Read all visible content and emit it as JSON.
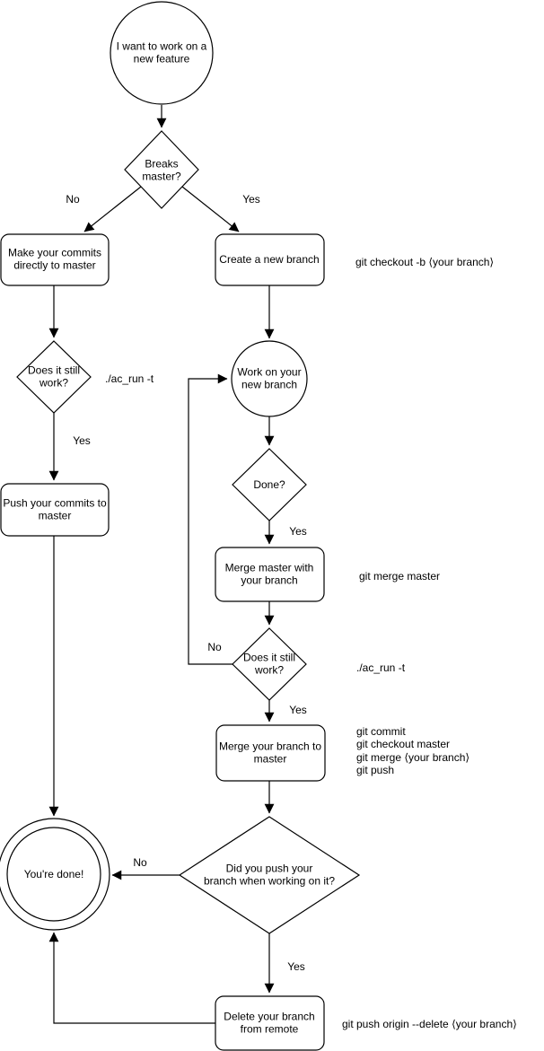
{
  "colors": {
    "stroke": "#000000",
    "fill": "#ffffff",
    "text": "#000000"
  },
  "nodes": {
    "start": "I want to work on a\nnew feature",
    "breaks_master": "Breaks\nmaster?",
    "make_commits": "Make your commits\ndirectly to master",
    "still_work_left": "Does it still\nwork?",
    "push_commits": "Push your commits to\nmaster",
    "youre_done": "You're done!",
    "create_branch": "Create a new branch",
    "work_branch": "Work on your\nnew branch",
    "done_q": "Done?",
    "merge_master": "Merge master with\nyour branch",
    "still_work_right": "Does it still\nwork?",
    "merge_branch": "Merge your branch to\nmaster",
    "did_push": "Did you push your\nbranch when working on it?",
    "delete_branch": "Delete your branch\nfrom remote"
  },
  "edge_labels": {
    "breaks_no": "No",
    "breaks_yes": "Yes",
    "still_left_yes": "Yes",
    "done_yes": "Yes",
    "still_right_no": "No",
    "still_right_yes": "Yes",
    "did_push_no": "No",
    "did_push_yes": "Yes"
  },
  "annotations": {
    "create_branch": "git checkout -b ⟨your branch⟩",
    "ac_run_left": "./ac_run -t",
    "merge_master": "git merge master",
    "ac_run_right": "./ac_run -t",
    "merge_branch_lines": [
      "git commit",
      "git checkout master",
      "git merge ⟨your branch⟩",
      "git push"
    ],
    "delete_branch": "git push origin --delete ⟨your branch⟩"
  }
}
